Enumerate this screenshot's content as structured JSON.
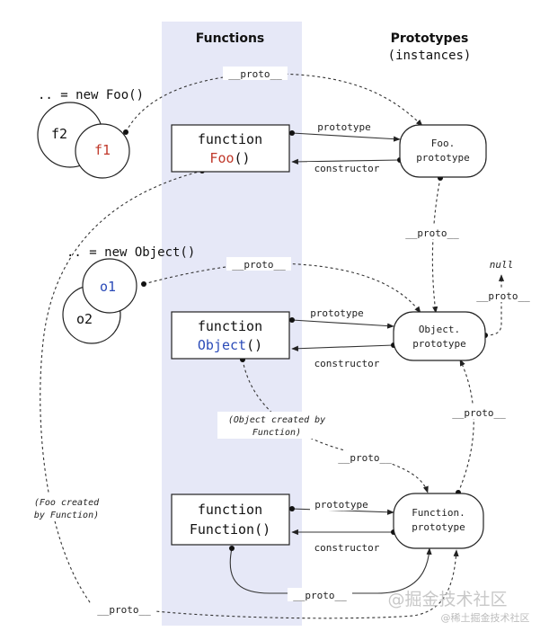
{
  "headers": {
    "functions": "Functions",
    "prototypes": "Prototypes",
    "prototypes_sub": "(instances)"
  },
  "instances": {
    "foo_new": ".. = new Foo()",
    "object_new": ".. = new Object()",
    "f2": "f2",
    "f1": "f1",
    "o1": "o1",
    "o2": "o2"
  },
  "functions": {
    "keyword": "function",
    "foo_name": "Foo",
    "object_name": "Object",
    "function_line2": "Function()",
    "call_suffix": "()"
  },
  "prototypes": {
    "foo_line1": "Foo.",
    "foo_line2": "prototype",
    "object_line1": "Object.",
    "object_line2": "prototype",
    "function_line1": "Function.",
    "function_line2": "prototype",
    "null": "null"
  },
  "edge_labels": {
    "proto": "__proto__",
    "prototype": "prototype",
    "constructor": "constructor"
  },
  "notes": {
    "object_created_1": "(Object created by",
    "object_created_2": "Function)",
    "foo_created_1": "(Foo created",
    "foo_created_2": "by Function)"
  },
  "watermark": {
    "main": "@掘金技术社区",
    "sub": "@稀土掘金技术社区"
  },
  "colors": {
    "column_bg": "#e6e8f7",
    "red_name": "#c0392b",
    "blue_name": "#2b4bb8"
  }
}
